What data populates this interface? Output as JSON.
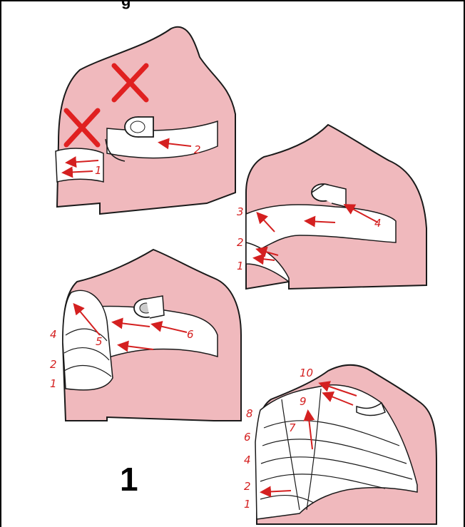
{
  "figure_number": "1",
  "top_cutoff_text": "g",
  "colors": {
    "skin": "#f0b9bd",
    "skin_outline": "#1a1a1a",
    "bandage": "#ffffff",
    "arrow": "#d42020",
    "cross": "#e02020"
  },
  "panels": [
    {
      "step_labels": [
        "1",
        "2"
      ]
    },
    {
      "step_labels": [
        "1",
        "2",
        "3",
        "4"
      ]
    },
    {
      "step_labels": [
        "1",
        "2",
        "4",
        "5",
        "6"
      ]
    },
    {
      "step_labels": [
        "1",
        "2",
        "4",
        "6",
        "7",
        "8",
        "9",
        "10"
      ]
    }
  ]
}
